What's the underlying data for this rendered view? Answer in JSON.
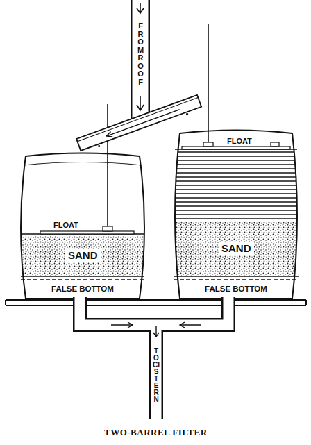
{
  "diagram": {
    "caption": "TWO-BARREL FILTER",
    "labels": [
      "FROM ROOF",
      "FLOAT",
      "SAND",
      "FALSE BOTTOM",
      "FLOAT",
      "SAND",
      "FALSE BOTTOM",
      "TO CISTERN"
    ]
  }
}
